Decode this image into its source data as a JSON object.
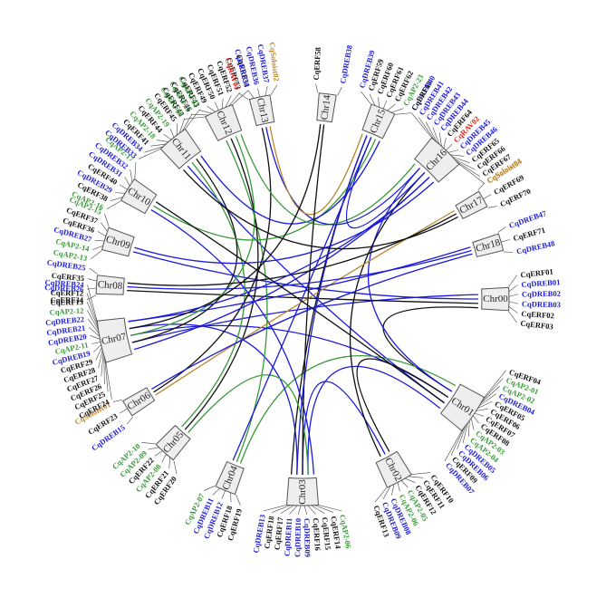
{
  "colors": {
    "ERF": "#111111",
    "DREB": "#1a1adb",
    "AP2": "#3a9a3a",
    "Soloist": "#b8862b",
    "RAV": "#e0241b"
  },
  "chromosomes": [
    {
      "name": "Chr00",
      "angle": 90,
      "genes": [
        {
          "name": "CqERF01",
          "type": "ERF"
        },
        {
          "name": "CqDREB01",
          "type": "DREB"
        },
        {
          "name": "CqDREB02",
          "type": "DREB"
        },
        {
          "name": "CqDREB03",
          "type": "DREB"
        },
        {
          "name": "CqERF02",
          "type": "ERF"
        },
        {
          "name": "CqERF03",
          "type": "ERF"
        }
      ]
    },
    {
      "name": "Chr01",
      "angle": 124,
      "genes": [
        {
          "name": "CqERF04",
          "type": "ERF"
        },
        {
          "name": "CqAP2-01",
          "type": "AP2"
        },
        {
          "name": "CqAP2-02",
          "type": "AP2"
        },
        {
          "name": "CqDREB04",
          "type": "DREB"
        },
        {
          "name": "CqERF05",
          "type": "ERF"
        },
        {
          "name": "CqERF06",
          "type": "ERF"
        },
        {
          "name": "CqERF07",
          "type": "ERF"
        },
        {
          "name": "CqERF08",
          "type": "ERF"
        },
        {
          "name": "CqAP2-03",
          "type": "AP2"
        },
        {
          "name": "CqAP2-04",
          "type": "AP2"
        },
        {
          "name": "CqDREB05",
          "type": "DREB"
        },
        {
          "name": "CqDREB06",
          "type": "DREB"
        },
        {
          "name": "CqERF09",
          "type": "ERF"
        },
        {
          "name": "CqDREB07",
          "type": "DREB"
        }
      ]
    },
    {
      "name": "Chr02",
      "angle": 152,
      "genes": [
        {
          "name": "CqERF10",
          "type": "ERF"
        },
        {
          "name": "CqERF11",
          "type": "ERF"
        },
        {
          "name": "CqERF12",
          "type": "ERF"
        },
        {
          "name": "CqAP2-05",
          "type": "AP2"
        },
        {
          "name": "CqAP2-06",
          "type": "AP2"
        },
        {
          "name": "CqDREB08",
          "type": "DREB"
        },
        {
          "name": "CqDREB09",
          "type": "DREB"
        },
        {
          "name": "CqERF13",
          "type": "ERF"
        }
      ]
    },
    {
      "name": "Chr03",
      "angle": 180,
      "genes": [
        {
          "name": "CqAP2-06",
          "type": "AP2"
        },
        {
          "name": "CqERF14",
          "type": "ERF"
        },
        {
          "name": "CqERF15",
          "type": "ERF"
        },
        {
          "name": "CqERF16",
          "type": "ERF"
        },
        {
          "name": "CqDREB09",
          "type": "DREB"
        },
        {
          "name": "CqDREB10",
          "type": "DREB"
        },
        {
          "name": "CqDREB11",
          "type": "DREB"
        },
        {
          "name": "CqERF17",
          "type": "ERF"
        },
        {
          "name": "CqERF18",
          "type": "ERF"
        },
        {
          "name": "CqDREB13",
          "type": "DREB"
        }
      ]
    },
    {
      "name": "Chr04",
      "angle": 202,
      "genes": [
        {
          "name": "CqERF19",
          "type": "ERF"
        },
        {
          "name": "CqERF18",
          "type": "ERF"
        },
        {
          "name": "CqDREB12",
          "type": "DREB"
        },
        {
          "name": "CqDREB11",
          "type": "DREB"
        },
        {
          "name": "CqAP2-07",
          "type": "AP2"
        }
      ]
    },
    {
      "name": "Chr05",
      "angle": 222,
      "genes": [
        {
          "name": "CqERF20",
          "type": "ERF"
        },
        {
          "name": "CqERF21",
          "type": "ERF"
        },
        {
          "name": "CqAP2-08",
          "type": "AP2"
        },
        {
          "name": "CqERF22",
          "type": "ERF"
        },
        {
          "name": "CqAP2-09",
          "type": "AP2"
        },
        {
          "name": "CqAP2-10",
          "type": "AP2"
        }
      ]
    },
    {
      "name": "Chr06",
      "angle": 238,
      "genes": [
        {
          "name": "CqDREB15",
          "type": "DREB"
        },
        {
          "name": "CqERF23",
          "type": "ERF"
        },
        {
          "name": "CqSoloist01",
          "type": "Soloist"
        }
      ]
    },
    {
      "name": "Chr07",
      "angle": 258,
      "genes": [
        {
          "name": "CqERF24",
          "type": "ERF"
        },
        {
          "name": "CqERF25",
          "type": "ERF"
        },
        {
          "name": "CqERF26",
          "type": "ERF"
        },
        {
          "name": "CqERF27",
          "type": "ERF"
        },
        {
          "name": "CqERF28",
          "type": "ERF"
        },
        {
          "name": "CqERF29",
          "type": "ERF"
        },
        {
          "name": "CqDREB19",
          "type": "DREB"
        },
        {
          "name": "CqAP2-11",
          "type": "AP2"
        },
        {
          "name": "CqDREB20",
          "type": "DREB"
        },
        {
          "name": "CqDREB21",
          "type": "DREB"
        },
        {
          "name": "CqDREB22",
          "type": "DREB"
        },
        {
          "name": "CqAP2-12",
          "type": "AP2"
        },
        {
          "name": "CqERF13",
          "type": "ERF"
        },
        {
          "name": "CqERF12",
          "type": "ERF"
        },
        {
          "name": "CqDREB24",
          "type": "DREB"
        }
      ]
    },
    {
      "name": "Chr08",
      "angle": 274,
      "genes": [
        {
          "name": "CqERF34",
          "type": "ERF"
        },
        {
          "name": "CqDREB26",
          "type": "DREB"
        },
        {
          "name": "CqERF35",
          "type": "ERF"
        },
        {
          "name": "CqDREB25",
          "type": "DREB"
        }
      ]
    },
    {
      "name": "Chr09",
      "angle": 287,
      "genes": [
        {
          "name": "CqAP2-13",
          "type": "AP2"
        },
        {
          "name": "CqAP2-14",
          "type": "AP2"
        },
        {
          "name": "CqDREB27",
          "type": "DREB"
        },
        {
          "name": "CqERF36",
          "type": "ERF"
        },
        {
          "name": "CqERF37",
          "type": "ERF"
        },
        {
          "name": "CqAP2-15",
          "type": "AP2"
        }
      ]
    },
    {
      "name": "Chr10",
      "angle": 302,
      "genes": [
        {
          "name": "CqAP2-16",
          "type": "AP2"
        },
        {
          "name": "CqERF38",
          "type": "ERF"
        },
        {
          "name": "CqDREB29",
          "type": "DREB"
        },
        {
          "name": "CqERF40",
          "type": "ERF"
        },
        {
          "name": "CqDREB31",
          "type": "DREB"
        },
        {
          "name": "CqDREB32",
          "type": "DREB"
        },
        {
          "name": "CqAP2-17",
          "type": "AP2"
        }
      ]
    },
    {
      "name": "Chr11",
      "angle": 321,
      "genes": [
        {
          "name": "CqDREB33",
          "type": "DREB"
        },
        {
          "name": "CqDREB34",
          "type": "DREB"
        },
        {
          "name": "CqERF41",
          "type": "ERF"
        },
        {
          "name": "CqAP2-18",
          "type": "AP2"
        },
        {
          "name": "CqERF44",
          "type": "ERF"
        },
        {
          "name": "CqAP2-19",
          "type": "AP2"
        },
        {
          "name": "CqERF45",
          "type": "ERF"
        },
        {
          "name": "CqERF42",
          "type": "ERF"
        },
        {
          "name": "CqERF46",
          "type": "ERF"
        },
        {
          "name": "CqERF43",
          "type": "ERF"
        }
      ]
    },
    {
      "name": "Chr12",
      "angle": 336,
      "genes": [
        {
          "name": "CqAP2-20",
          "type": "AP2"
        },
        {
          "name": "CqAP2-21",
          "type": "AP2"
        },
        {
          "name": "CqAP2-22",
          "type": "AP2"
        },
        {
          "name": "CqERF49",
          "type": "ERF"
        },
        {
          "name": "CqERF50",
          "type": "ERF"
        },
        {
          "name": "CqERF51",
          "type": "ERF"
        },
        {
          "name": "CqERF52",
          "type": "ERF"
        },
        {
          "name": "CqERF53",
          "type": "ERF"
        },
        {
          "name": "CqERF54",
          "type": "ERF"
        }
      ]
    },
    {
      "name": "Chr13",
      "angle": 348,
      "genes": [
        {
          "name": "CqRAV01",
          "type": "RAV"
        },
        {
          "name": "CqDREB35",
          "type": "DREB"
        },
        {
          "name": "CqDREB36",
          "type": "DREB"
        },
        {
          "name": "CqDREB37",
          "type": "DREB"
        },
        {
          "name": "CqSoloist02",
          "type": "Soloist"
        }
      ]
    },
    {
      "name": "Chr14",
      "angle": 7,
      "genes": [
        {
          "name": "CqERF58",
          "type": "ERF"
        },
        {
          "name": "CqDREB38",
          "type": "DREB"
        }
      ]
    },
    {
      "name": "Chr15",
      "angle": 23,
      "genes": [
        {
          "name": "CqDREB39",
          "type": "DREB"
        },
        {
          "name": "CqERF59",
          "type": "ERF"
        },
        {
          "name": "CqERF60",
          "type": "ERF"
        },
        {
          "name": "CqERF61",
          "type": "ERF"
        },
        {
          "name": "CqERF62",
          "type": "ERF"
        },
        {
          "name": "CqAP2-23",
          "type": "AP2"
        },
        {
          "name": "CqDREB40",
          "type": "DREB"
        }
      ]
    },
    {
      "name": "Chr16",
      "angle": 44,
      "genes": [
        {
          "name": "CqERF63",
          "type": "ERF"
        },
        {
          "name": "CqDREB41",
          "type": "DREB"
        },
        {
          "name": "CqDREB42",
          "type": "DREB"
        },
        {
          "name": "CqDREB43",
          "type": "DREB"
        },
        {
          "name": "CqDREB44",
          "type": "DREB"
        },
        {
          "name": "CqERF64",
          "type": "ERF"
        },
        {
          "name": "CqRAV02",
          "type": "RAV"
        },
        {
          "name": "CqDREB45",
          "type": "DREB"
        },
        {
          "name": "CqDREB46",
          "type": "DREB"
        },
        {
          "name": "CqERF65",
          "type": "ERF"
        },
        {
          "name": "CqERF66",
          "type": "ERF"
        },
        {
          "name": "CqERF67",
          "type": "ERF"
        },
        {
          "name": "CqSoloist03",
          "type": "Soloist"
        }
      ]
    },
    {
      "name": "Chr17",
      "angle": 61,
      "genes": [
        {
          "name": "CqSoloist04",
          "type": "Soloist"
        },
        {
          "name": "CqERF69",
          "type": "ERF"
        },
        {
          "name": "CqERF70",
          "type": "ERF"
        }
      ]
    },
    {
      "name": "Chr18",
      "angle": 74,
      "genes": [
        {
          "name": "CqDREB47",
          "type": "DREB"
        },
        {
          "name": "CqERF71",
          "type": "ERF"
        },
        {
          "name": "CqDREB48",
          "type": "DREB"
        }
      ]
    }
  ],
  "links": [
    {
      "from": "Chr00",
      "to": "Chr07",
      "type": "DREB"
    },
    {
      "from": "Chr00",
      "to": "Chr09",
      "type": "DREB"
    },
    {
      "from": "Chr00",
      "to": "Chr08",
      "type": "ERF"
    },
    {
      "from": "Chr00",
      "to": "Chr01",
      "type": "ERF"
    },
    {
      "from": "Chr01",
      "to": "Chr07",
      "type": "DREB"
    },
    {
      "from": "Chr01",
      "to": "Chr11",
      "type": "DREB"
    },
    {
      "from": "Chr01",
      "to": "Chr03",
      "type": "DREB"
    },
    {
      "from": "Chr01",
      "to": "Chr04",
      "type": "AP2"
    },
    {
      "from": "Chr01",
      "to": "Chr16",
      "type": "DREB"
    },
    {
      "from": "Chr01",
      "to": "Chr02",
      "type": "ERF"
    },
    {
      "from": "Chr02",
      "to": "Chr03",
      "type": "DREB"
    },
    {
      "from": "Chr02",
      "to": "Chr16",
      "type": "ERF"
    },
    {
      "from": "Chr03",
      "to": "Chr07",
      "type": "DREB"
    },
    {
      "from": "Chr03",
      "to": "Chr15",
      "type": "ERF"
    },
    {
      "from": "Chr03",
      "to": "Chr10",
      "type": "DREB"
    },
    {
      "from": "Chr03",
      "to": "Chr05",
      "type": "AP2"
    },
    {
      "from": "Chr04",
      "to": "Chr12",
      "type": "AP2"
    },
    {
      "from": "Chr04",
      "to": "Chr15",
      "type": "DREB"
    },
    {
      "from": "Chr05",
      "to": "Chr12",
      "type": "ERF"
    },
    {
      "from": "Chr05",
      "to": "Chr11",
      "type": "AP2"
    },
    {
      "from": "Chr06",
      "to": "Chr17",
      "type": "Soloist"
    },
    {
      "from": "Chr06",
      "to": "Chr13",
      "type": "ERF"
    },
    {
      "from": "Chr07",
      "to": "Chr18",
      "type": "DREB"
    },
    {
      "from": "Chr07",
      "to": "Chr16",
      "type": "DREB"
    },
    {
      "from": "Chr07",
      "to": "Chr11",
      "type": "ERF"
    },
    {
      "from": "Chr07",
      "to": "Chr12",
      "type": "AP2"
    },
    {
      "from": "Chr08",
      "to": "Chr18",
      "type": "DREB"
    },
    {
      "from": "Chr08",
      "to": "Chr17",
      "type": "ERF"
    },
    {
      "from": "Chr09",
      "to": "Chr16",
      "type": "DREB"
    },
    {
      "from": "Chr10",
      "to": "Chr15",
      "type": "AP2"
    },
    {
      "from": "Chr10",
      "to": "Chr01",
      "type": "ERF"
    },
    {
      "from": "Chr11",
      "to": "Chr15",
      "type": "DREB"
    },
    {
      "from": "Chr12",
      "to": "Chr16",
      "type": "AP2"
    },
    {
      "from": "Chr13",
      "to": "Chr16",
      "type": "DREB"
    },
    {
      "from": "Chr13",
      "to": "Chr15",
      "type": "Soloist"
    },
    {
      "from": "Chr14",
      "to": "Chr07",
      "type": "ERF"
    },
    {
      "from": "Chr14",
      "to": "Chr03",
      "type": "ERF"
    },
    {
      "from": "Chr15",
      "to": "Chr03",
      "type": "DREB"
    },
    {
      "from": "Chr15",
      "to": "Chr16",
      "type": "DREB"
    },
    {
      "from": "Chr16",
      "to": "Chr07",
      "type": "DREB"
    },
    {
      "from": "Chr17",
      "to": "Chr11",
      "type": "ERF"
    },
    {
      "from": "Chr18",
      "to": "Chr06",
      "type": "DREB"
    }
  ]
}
